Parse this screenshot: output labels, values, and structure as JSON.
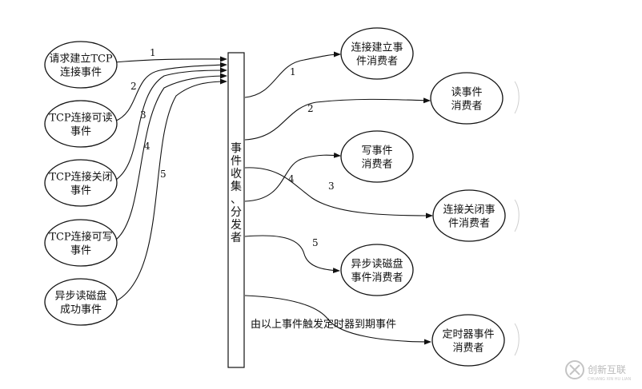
{
  "hub": {
    "label": "事件收集、分发者"
  },
  "sources": [
    {
      "id": "s1",
      "lines": [
        "请求建立TCP",
        "连接事件"
      ]
    },
    {
      "id": "s2",
      "lines": [
        "TCP连接可读",
        "事件"
      ]
    },
    {
      "id": "s3",
      "lines": [
        "TCP连接关闭",
        "事件"
      ]
    },
    {
      "id": "s4",
      "lines": [
        "TCP连接可写",
        "事件"
      ]
    },
    {
      "id": "s5",
      "lines": [
        "异步读磁盘",
        "成功事件"
      ]
    }
  ],
  "consumers": [
    {
      "id": "c1",
      "lines": [
        "连接建立事",
        "件消费者"
      ]
    },
    {
      "id": "c2",
      "lines": [
        "读事件",
        "消费者"
      ]
    },
    {
      "id": "c3",
      "lines": [
        "写事件",
        "消费者"
      ]
    },
    {
      "id": "c4",
      "lines": [
        "连接关闭事",
        "件消费者"
      ]
    },
    {
      "id": "c5",
      "lines": [
        "异步读磁盘",
        "事件消费者"
      ]
    },
    {
      "id": "c6",
      "lines": [
        "定时器事件",
        "消费者"
      ]
    }
  ],
  "incoming_labels": [
    "1",
    "2",
    "3",
    "4",
    "5"
  ],
  "outgoing_labels": [
    "1",
    "2",
    "4",
    "3",
    "5"
  ],
  "timer_note": "由以上事件触发定时器到期事件",
  "watermark": {
    "text": "创新互联",
    "sub": "CHUANG XIN HU LIAN"
  }
}
